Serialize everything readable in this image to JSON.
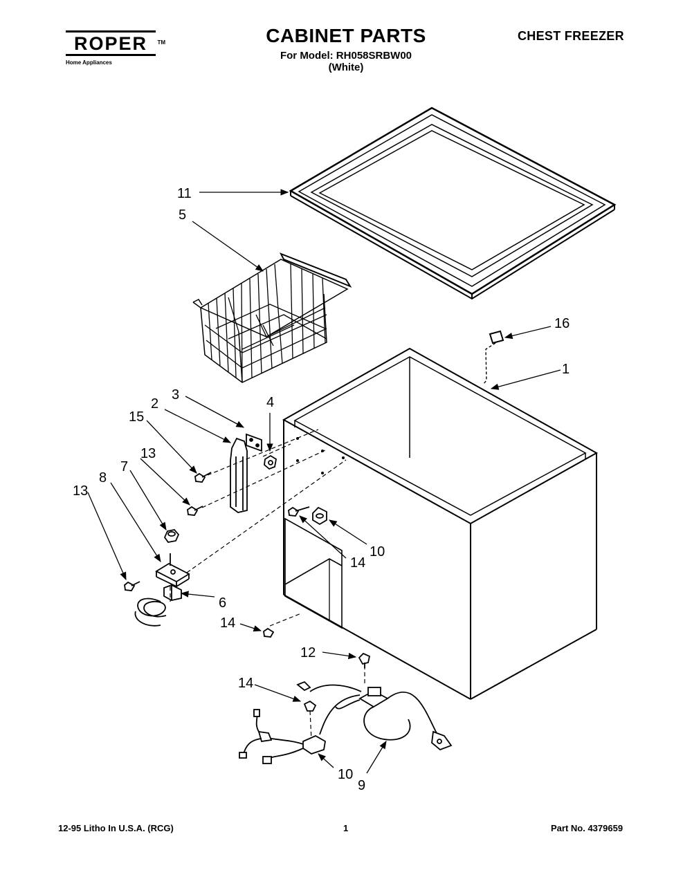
{
  "header": {
    "brand": "ROPER",
    "brand_tm": "TM",
    "brand_sub": "Home Appliances",
    "title": "CABINET PARTS",
    "model_line": "For Model: RH058SRBW00",
    "color_line": "(White)",
    "category": "CHEST FREEZER"
  },
  "callouts": {
    "c11": "11",
    "c5": "5",
    "c16": "16",
    "c1": "1",
    "c3": "3",
    "c4": "4",
    "c2": "2",
    "c15": "15",
    "c13a": "13",
    "c7": "7",
    "c8": "8",
    "c13b": "13",
    "c10a": "10",
    "c14a": "14",
    "c6": "6",
    "c14b": "14",
    "c12": "12",
    "c14c": "14",
    "c10b": "10",
    "c9": "9"
  },
  "footer": {
    "left": "12-95 Litho In U.S.A. (RCG)",
    "page": "1",
    "part_no": "Part No. 4379659"
  }
}
